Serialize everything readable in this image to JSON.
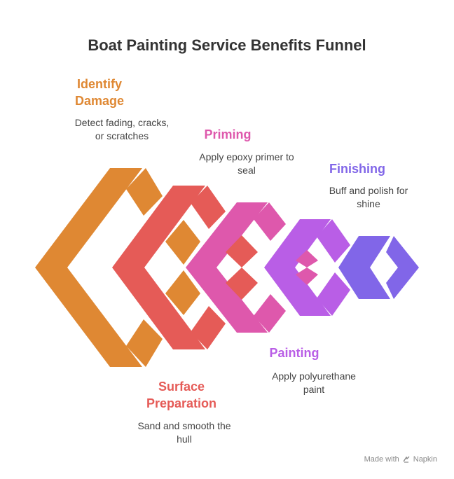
{
  "title": "Boat Painting Service Benefits Funnel",
  "stages": [
    {
      "title": "Identify Damage",
      "desc": "Detect fading, cracks, or scratches",
      "color": "#df8833"
    },
    {
      "title": "Surface Preparation",
      "desc": "Sand and smooth the hull",
      "color": "#e55b57"
    },
    {
      "title": "Priming",
      "desc": "Apply epoxy primer to seal",
      "color": "#de58ac"
    },
    {
      "title": "Painting",
      "desc": "Apply polyurethane paint",
      "color": "#b95ee6"
    },
    {
      "title": "Finishing",
      "desc": "Buff and polish for shine",
      "color": "#8166e8"
    }
  ],
  "footer": {
    "made_with": "Made with",
    "brand": "Napkin"
  }
}
